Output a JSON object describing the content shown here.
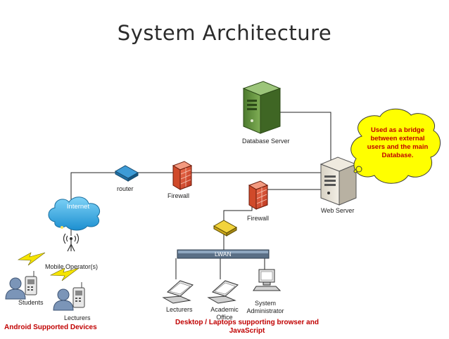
{
  "title": "System Architecture",
  "nodes": {
    "database_server": "Database Server",
    "web_server": "Web Server",
    "router": "router",
    "firewall_1": "Firewall",
    "firewall_2": "Firewall",
    "internet": "Internet",
    "lwan": "LWAN",
    "mobile_operator": "Mobile Operator(s)",
    "students": "Students",
    "lecturers_mobile": "Lecturers",
    "lecturers_laptop": "Lecturers",
    "academic_office": "Academic Office",
    "system_administrator": "System Administrator"
  },
  "callout": "Used as a bridge between external users and the main Database.",
  "captions": {
    "android": "Android Supported Devices",
    "desktop": "Desktop / Laptops supporting browser and JavaScript"
  },
  "colors": {
    "callout_fill": "#ffff00",
    "caption_red": "#c00000",
    "cloud_blue": "#2fa8e0",
    "server_green": "#5c8a3a"
  }
}
